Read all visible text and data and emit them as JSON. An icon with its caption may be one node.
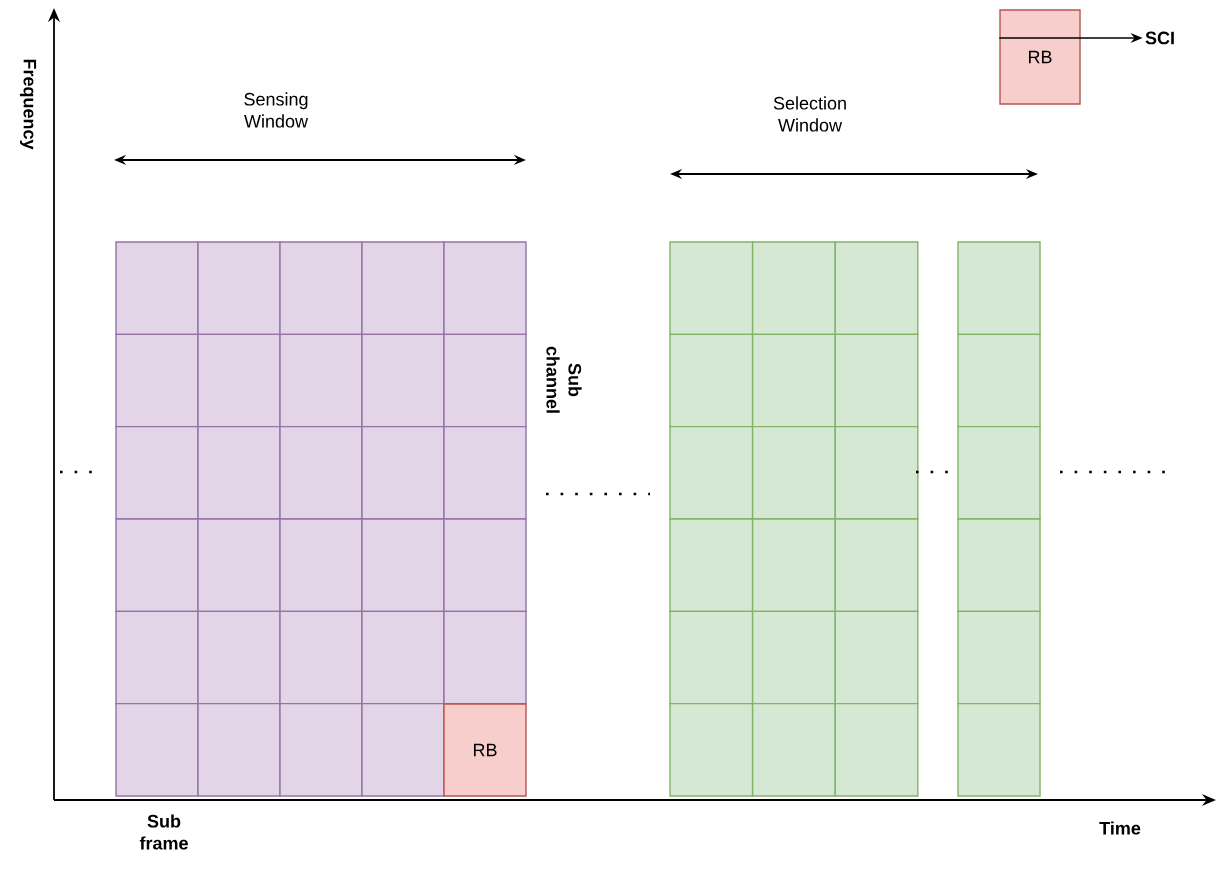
{
  "diagram": {
    "nodes": [
      {
        "text": [
          "RB"
        ]
      },
      {
        "text": [
          "SCI"
        ]
      },
      {
        "text": [
          "RB"
        ]
      }
    ],
    "edges": [
      {
        "from": 0,
        "to": 1,
        "arrow": "to"
      }
    ],
    "labels": [
      "Frequency",
      "Sensing Window",
      "Selection Window",
      "Sub channel",
      "Sub frame",
      "Time"
    ]
  }
}
